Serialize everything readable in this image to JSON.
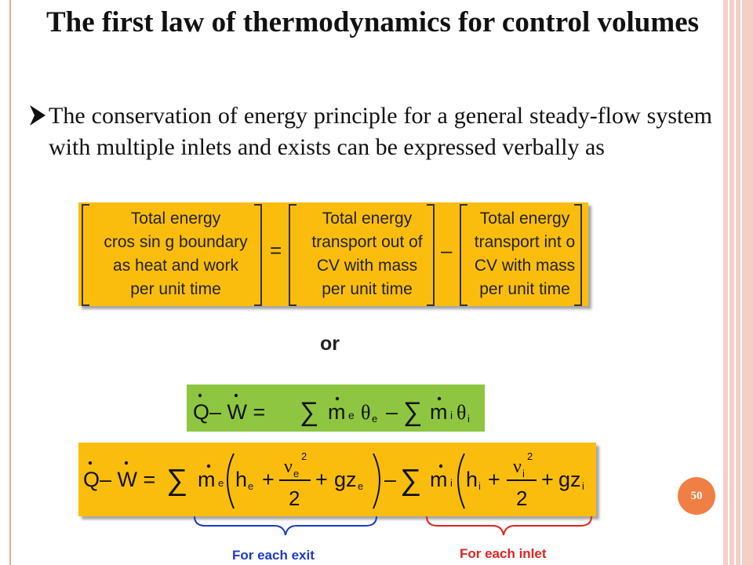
{
  "slide": {
    "title": "The first law of thermodynamics for control volumes",
    "bullet": "The conservation of energy principle for a general steady-flow system with multiple inlets and exists can be expressed verbally as",
    "page_number": "50",
    "accent_color": "#f07f45"
  },
  "verbal_equation": {
    "term1": [
      "Total energy",
      "cros sin g boundary",
      "as heat and work",
      "per unit time"
    ],
    "term2": [
      "Total energy",
      "transport out of",
      "CV with mass",
      "per unit time"
    ],
    "term3": [
      "Total energy",
      "transport int o",
      "CV with mass",
      "per unit time"
    ],
    "equals": "=",
    "minus": "–",
    "background_color": "#fbbd0d"
  },
  "connector": "or",
  "equation1": {
    "lhs": "Q– W =",
    "sum": "∑",
    "m_e": "m",
    "sub_e": "e",
    "theta": "θ",
    "minus": "–",
    "m_i": "m",
    "sub_i": "i",
    "background_color": "#8ec641"
  },
  "equation2": {
    "lhs": "Q– W =",
    "h_e": "h",
    "v": "ν",
    "two": "2",
    "g_term": "gz",
    "h_i": "h",
    "background_color": "#fbbd0d"
  },
  "labels": {
    "exit": "For each exit",
    "inlet": "For each inlet",
    "exit_color": "#1f39c8",
    "inlet_color": "#e0241f"
  }
}
